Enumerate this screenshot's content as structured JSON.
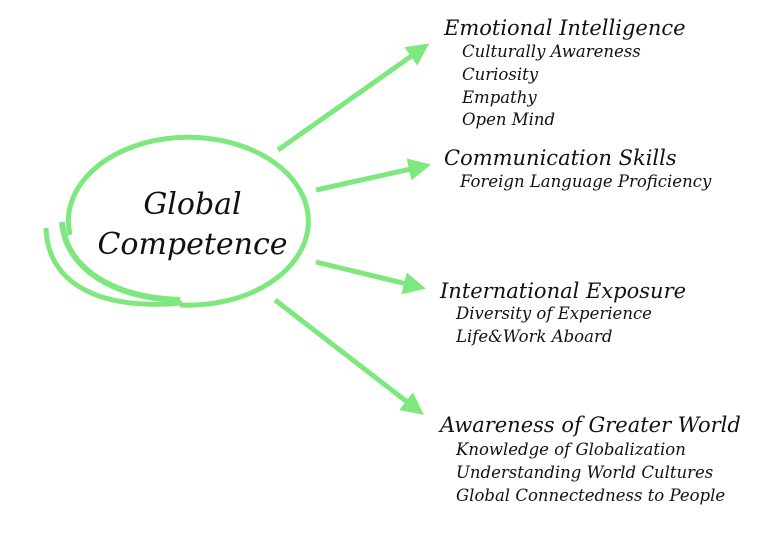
{
  "center": {
    "lines": [
      "Global",
      "Competence"
    ]
  },
  "colors": {
    "accent": "#7ee87e"
  },
  "branches": [
    {
      "title": "Emotional Intelligence",
      "items": [
        "Culturally Awareness",
        "Curiosity",
        "Empathy",
        "Open Mind"
      ]
    },
    {
      "title": "Communication Skills",
      "items": [
        "Foreign Language Proficiency"
      ]
    },
    {
      "title": "International Exposure",
      "items": [
        "Diversity of Experience",
        "Life&Work Aboard"
      ]
    },
    {
      "title": "Awareness of Greater World",
      "items": [
        "Knowledge of Globalization",
        "Understanding World Cultures",
        "Global Connectedness to People"
      ]
    }
  ]
}
